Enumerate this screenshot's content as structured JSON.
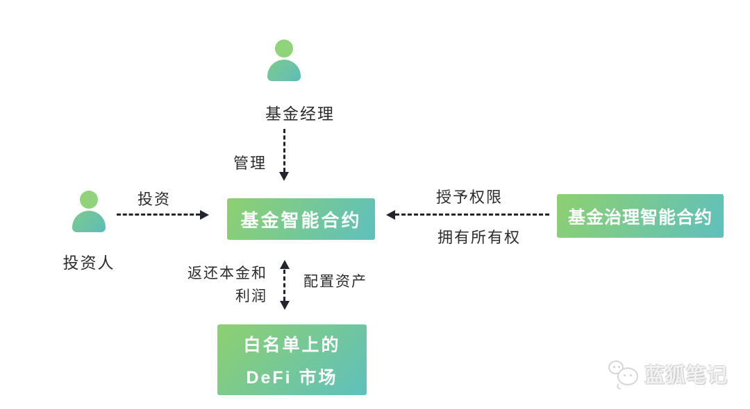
{
  "colors": {
    "box_grad_start": "#8ed070",
    "box_grad_end": "#5fc0bd",
    "head_green": "#8fd37b",
    "body_grad_start": "#7ecb8d",
    "body_grad_end": "#5dbcb9",
    "arrow": "#22252e",
    "label_text": "#2b2b2b",
    "box_text": "#ffffff",
    "watermark": "#dcdcdc"
  },
  "nodes": {
    "fund_manager": {
      "label": "基金经理",
      "icon": "person-icon"
    },
    "investor": {
      "label": "投资人",
      "icon": "person-icon"
    },
    "fund_contract": {
      "label": "基金智能合约"
    },
    "governance_contract": {
      "label": "基金治理智能合约"
    },
    "defi_market": {
      "line1": "白名单上的",
      "line2": "DeFi 市场"
    }
  },
  "edges": {
    "manage": {
      "label": "管理"
    },
    "invest": {
      "label": "投资"
    },
    "authorize": {
      "top_label": "授予权限",
      "bottom_label": "拥有所有权"
    },
    "allocate": {
      "left_label_line1": "返还本金和",
      "left_label_line2": "利润",
      "right_label": "配置资产"
    }
  },
  "watermark": {
    "text": "蓝狐笔记",
    "icon": "wechat-icon"
  }
}
